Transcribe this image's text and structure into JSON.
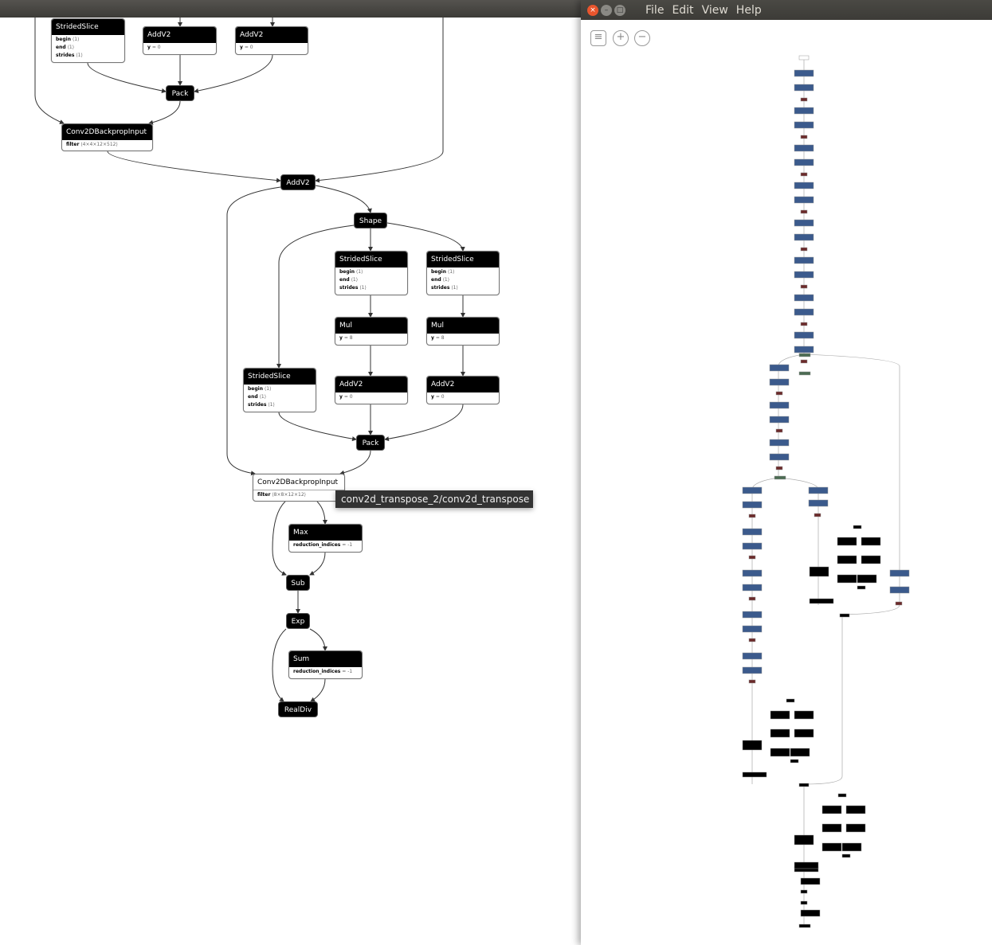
{
  "tooltip": "conv2d_transpose_2/conv2d_transpose",
  "menu": [
    "File",
    "Edit",
    "View",
    "Help"
  ],
  "nodes": {
    "ss1": {
      "op": "StridedSlice",
      "a": [
        "begin",
        "end",
        "strides"
      ],
      "v": "⟨1⟩"
    },
    "add1": {
      "op": "AddV2",
      "attr": "y",
      "val": "= 0"
    },
    "add2": {
      "op": "AddV2",
      "attr": "y",
      "val": "= 0"
    },
    "pack1": "Pack",
    "conv1": {
      "op": "Conv2DBackpropInput",
      "attr": "filter",
      "val": "⟨4×4×12×512⟩"
    },
    "addc": "AddV2",
    "shape": "Shape",
    "ss2": {
      "op": "StridedSlice"
    },
    "ss3": {
      "op": "StridedSlice"
    },
    "mul1": {
      "op": "Mul",
      "attr": "y",
      "val": "= 8"
    },
    "mul2": {
      "op": "Mul",
      "attr": "y",
      "val": "= 8"
    },
    "ss4": {
      "op": "StridedSlice"
    },
    "add3": {
      "op": "AddV2",
      "attr": "y",
      "val": "= 0"
    },
    "add4": {
      "op": "AddV2",
      "attr": "y",
      "val": "= 0"
    },
    "pack2": "Pack",
    "conv2": {
      "op": "Conv2DBackpropInput",
      "attr": "filter",
      "val": "⟨8×8×12×12⟩"
    },
    "max": {
      "op": "Max",
      "attr": "reduction_indices",
      "val": "= -1"
    },
    "sub": "Sub",
    "exp": "Exp",
    "sum": {
      "op": "Sum",
      "attr": "reduction_indices",
      "val": "= -1"
    },
    "realdiv": "RealDiv"
  },
  "colors": {
    "header": "#000000",
    "minimap_blue": "#3b5a8c",
    "minimap_red": "#6b2a2a",
    "minimap_green": "#4b6b52"
  }
}
